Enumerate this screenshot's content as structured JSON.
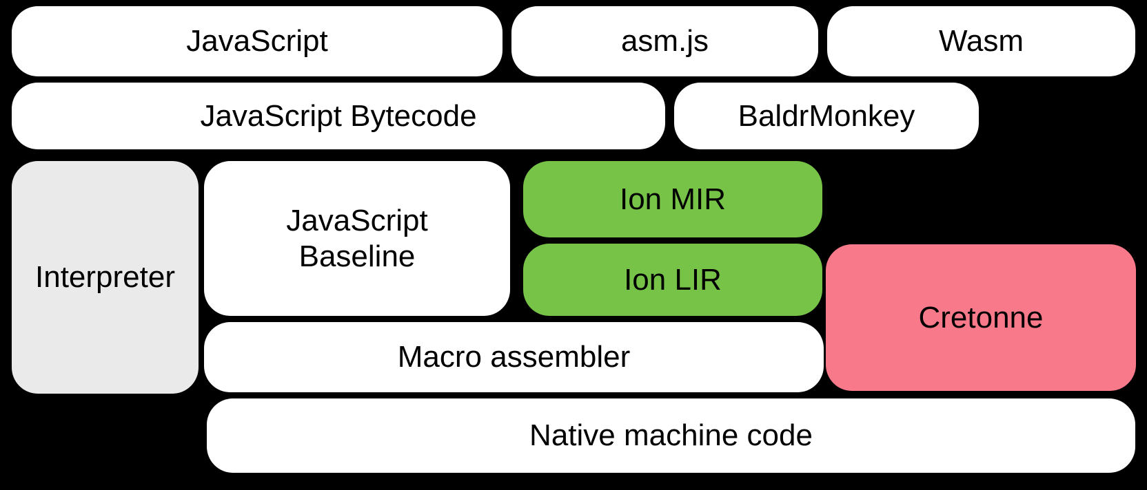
{
  "diagram": {
    "background_color": "#000000",
    "text_color": "#000000",
    "colors": {
      "source_box": "#ffffff",
      "interpreter_box": "#eaeaea",
      "ion_box": "#76c347",
      "cretonne_box": "#f8798a"
    },
    "boxes": {
      "javascript": {
        "label": "JavaScript"
      },
      "asmjs": {
        "label": "asm.js"
      },
      "wasm": {
        "label": "Wasm"
      },
      "bytecode": {
        "label": "JavaScript Bytecode"
      },
      "baldrmonkey": {
        "label": "BaldrMonkey"
      },
      "interpreter": {
        "label": "Interpreter"
      },
      "baseline": {
        "label": "JavaScript Baseline",
        "line1": "JavaScript",
        "line2": "Baseline"
      },
      "ion_mir": {
        "label": "Ion MIR"
      },
      "ion_lir": {
        "label": "Ion LIR"
      },
      "cretonne": {
        "label": "Cretonne"
      },
      "macro_assembler": {
        "label": "Macro assembler"
      },
      "native_code": {
        "label": "Native machine code"
      }
    }
  }
}
